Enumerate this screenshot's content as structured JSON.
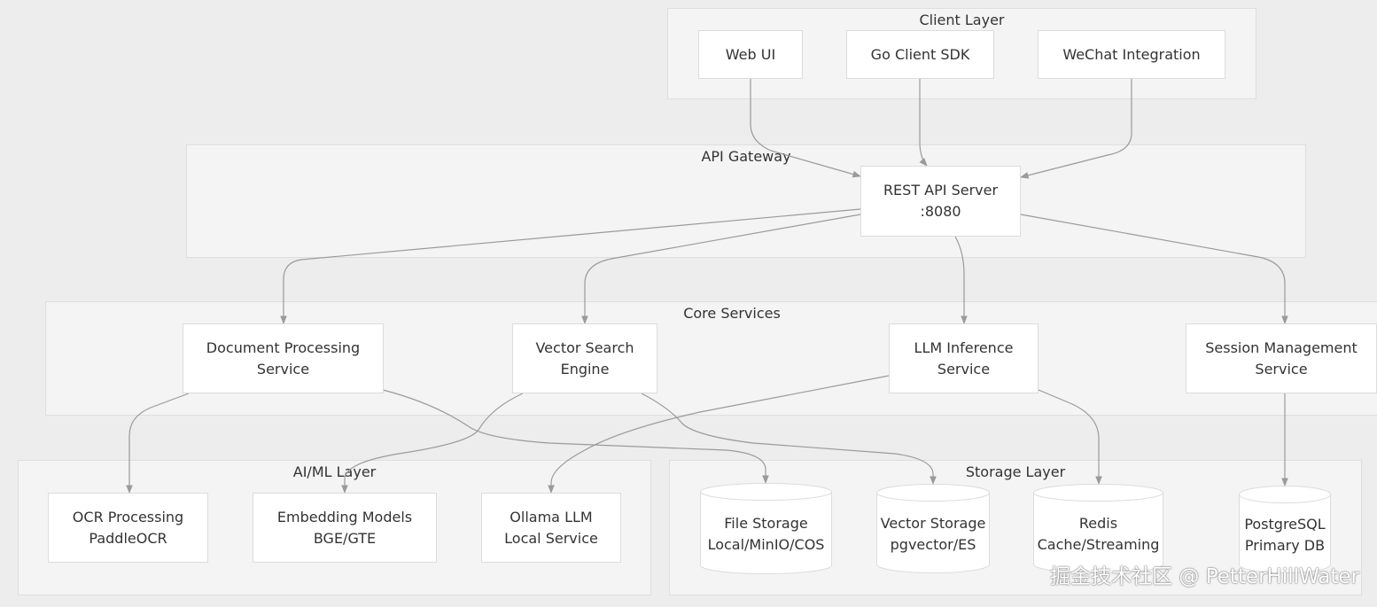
{
  "groups": {
    "client": {
      "title": "Client Layer"
    },
    "gateway": {
      "title": "API Gateway"
    },
    "core": {
      "title": "Core Services"
    },
    "aiml": {
      "title": "AI/ML Layer"
    },
    "storage": {
      "title": "Storage Layer"
    }
  },
  "nodes": {
    "web_ui": {
      "line1": "Web UI"
    },
    "go_sdk": {
      "line1": "Go Client SDK"
    },
    "wechat": {
      "line1": "WeChat Integration"
    },
    "rest_api": {
      "line1": "REST API Server",
      "line2": ":8080"
    },
    "doc_proc": {
      "line1": "Document Processing",
      "line2": "Service"
    },
    "vector_search": {
      "line1": "Vector Search",
      "line2": "Engine"
    },
    "llm_inference": {
      "line1": "LLM Inference",
      "line2": "Service"
    },
    "session_mgmt": {
      "line1": "Session Management",
      "line2": "Service"
    },
    "ocr": {
      "line1": "OCR Processing",
      "line2": "PaddleOCR"
    },
    "embedding": {
      "line1": "Embedding Models",
      "line2": "BGE/GTE"
    },
    "ollama": {
      "line1": "Ollama LLM",
      "line2": "Local Service"
    },
    "file_storage": {
      "line1": "File Storage",
      "line2": "Local/MinIO/COS"
    },
    "vector_storage": {
      "line1": "Vector Storage",
      "line2": "pgvector/ES"
    },
    "redis": {
      "line1": "Redis",
      "line2": "Cache/Streaming"
    },
    "postgres": {
      "line1": "PostgreSQL",
      "line2": "Primary DB"
    }
  },
  "watermark": "掘金技术社区 @ PetterHillWater",
  "colors": {
    "background": "#ededed",
    "group_fill": "#f4f4f4",
    "node_fill": "#ffffff",
    "edge": "#9a9a9a",
    "text": "#333333"
  }
}
